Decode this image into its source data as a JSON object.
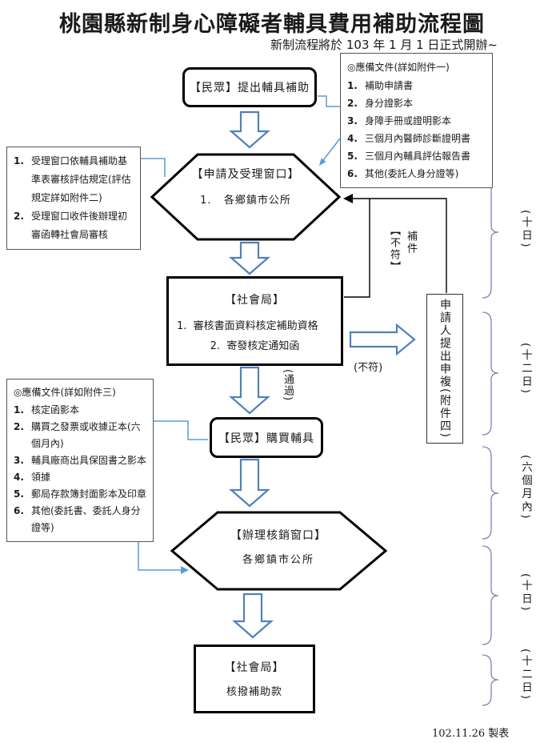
{
  "title": "桃園縣新制身心障礙者輔具費用補助流程圖",
  "subtitle": "新制流程將於 103 年 1 月 1 日正式開辦~",
  "footer": "102.11.26 製表",
  "nodes": {
    "apply": {
      "label": "【民眾】提出輔具補助"
    },
    "window1": {
      "title": "【申請及受理窗口】",
      "item": {
        "n": "1.",
        "t": "各鄉鎮市公所"
      }
    },
    "bureau1": {
      "title": "【社會局】",
      "items": [
        {
          "n": "1.",
          "t": "審核書面資料核定補助資格"
        },
        {
          "n": "2.",
          "t": "寄發核定通知函"
        }
      ]
    },
    "purchase": {
      "label": "【民眾】購買輔具"
    },
    "window2": {
      "title": "【辦理核銷窗口】",
      "item": "各鄉鎮市公所"
    },
    "bureau2": {
      "title": "【社會局】",
      "item": "核撥補助款"
    },
    "appeal": {
      "label": "申請人提出申複(附件四)"
    }
  },
  "notes": {
    "documents1": {
      "title": "◎應備文件(詳如附件一)",
      "items": [
        {
          "n": "1.",
          "t": "補助申請書"
        },
        {
          "n": "2.",
          "t": "身分證影本"
        },
        {
          "n": "3.",
          "t": "身障手冊或證明影本"
        },
        {
          "n": "4.",
          "t": "三個月內醫師診斷證明書"
        },
        {
          "n": "5.",
          "t": "三個月內輔具評估報告書"
        },
        {
          "n": "6.",
          "t": "其他(委託人身分證等)"
        }
      ]
    },
    "review": {
      "items": [
        {
          "n": "1.",
          "t": "受理窗口依輔具補助基準表審核評估規定(評估規定詳如附件二)"
        },
        {
          "n": "2.",
          "t": "受理窗口收件後辦理初審函轉社會局審核"
        }
      ]
    },
    "documents2": {
      "title": "◎應備文件(詳如附件三)",
      "items": [
        {
          "n": "1.",
          "t": "核定函影本"
        },
        {
          "n": "2.",
          "t": "購買之發票或收據正本(六個月內)"
        },
        {
          "n": "3.",
          "t": "輔具廠商出具保固書之影本"
        },
        {
          "n": "4.",
          "t": "領據"
        },
        {
          "n": "5.",
          "t": "郵局存款簿封面影本及印章"
        },
        {
          "n": "6.",
          "t": "其他(委託書、委託人身分證等)"
        }
      ]
    }
  },
  "labels": {
    "resubmit": "補件",
    "nonconform_bracketed": "【不符】",
    "pass": "(通過)",
    "nonconform": "(不符)"
  },
  "durations": [
    "(十日)",
    "(十二日)",
    "(六個月內)",
    "(十日)",
    "(十二日)"
  ],
  "colors": {
    "arrow_blue": "#4f81bd",
    "connector_blue": "#5b9bd5",
    "brace_purple": "#8f7bb5",
    "line_black": "#000000",
    "note_border": "#555555"
  }
}
